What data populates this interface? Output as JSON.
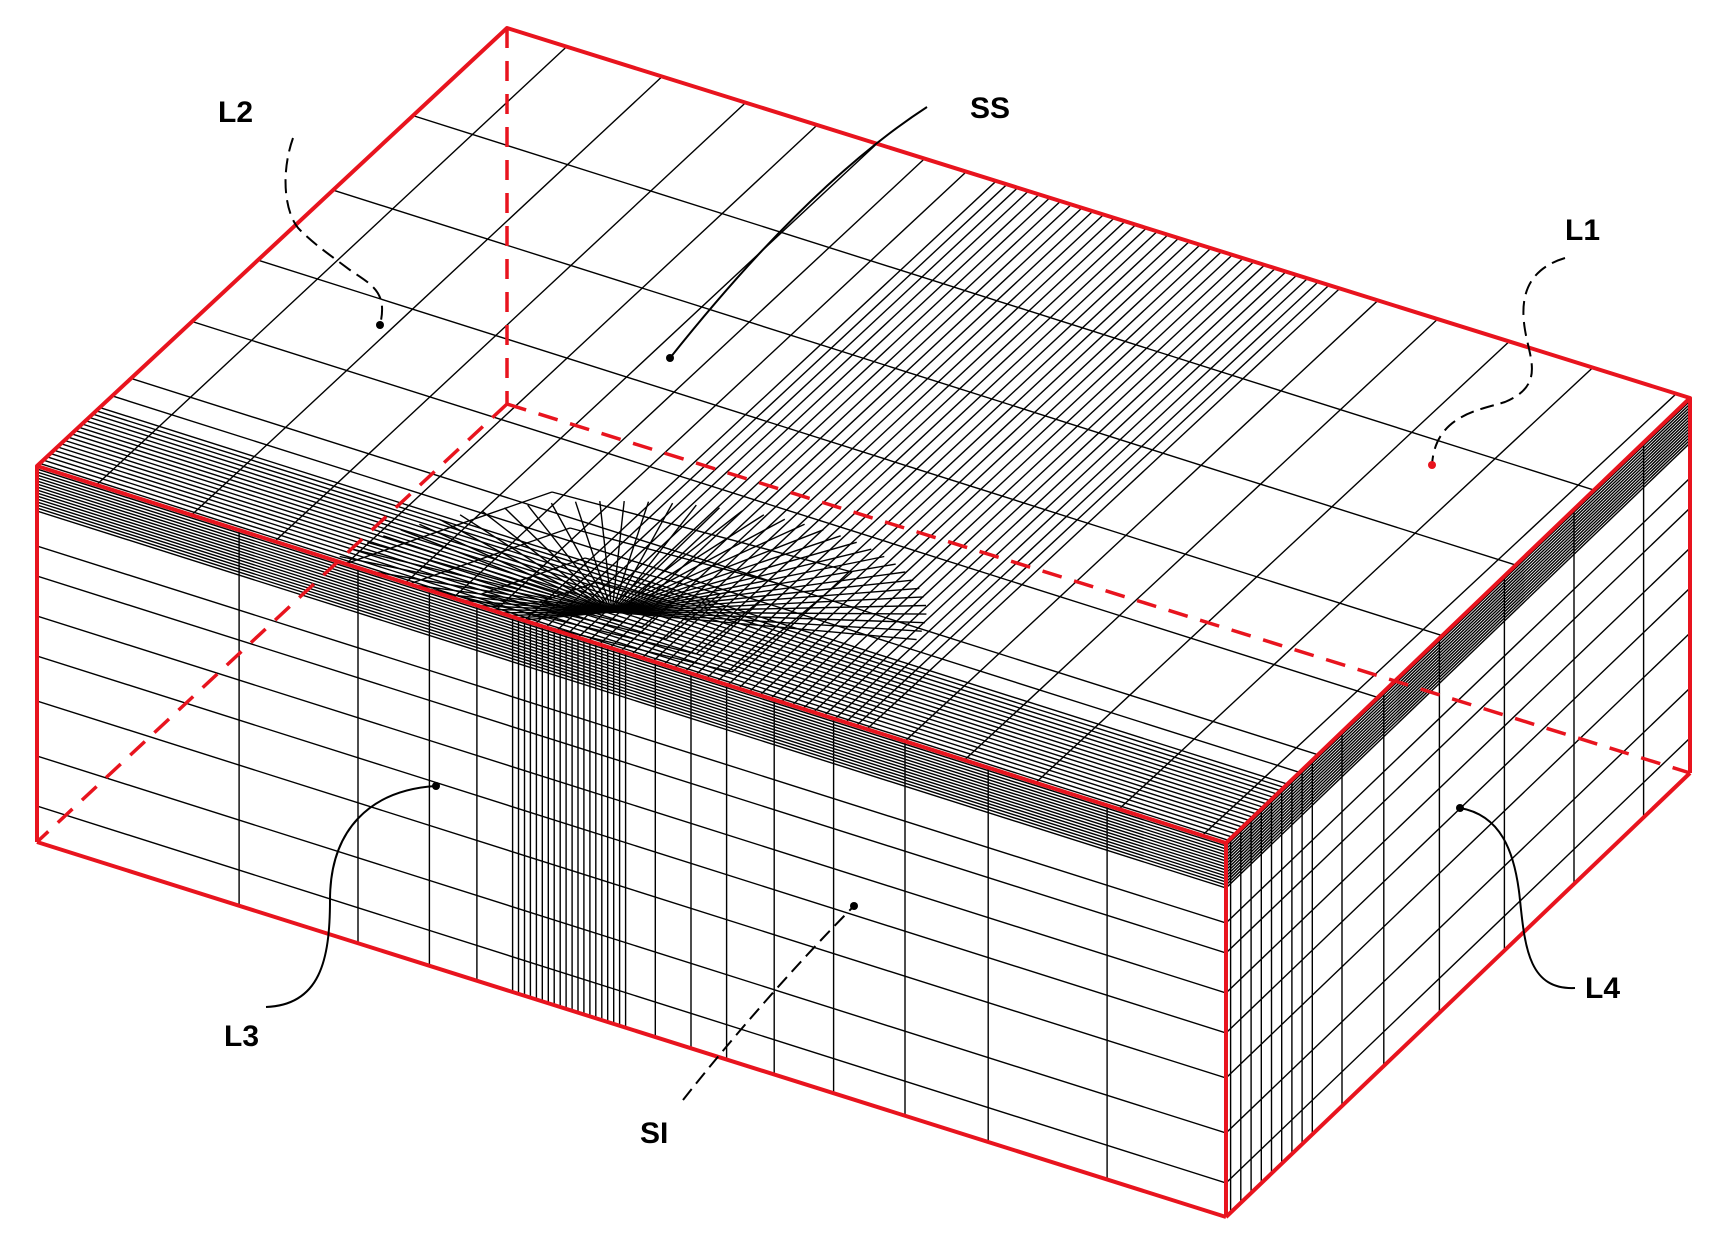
{
  "labels": {
    "l1": "L1",
    "l2": "L2",
    "l3": "L3",
    "l4": "L4",
    "ss": "SS",
    "si": "SI"
  },
  "colors": {
    "frame": "#e8141e",
    "mesh": "#000000",
    "background": "#ffffff"
  }
}
